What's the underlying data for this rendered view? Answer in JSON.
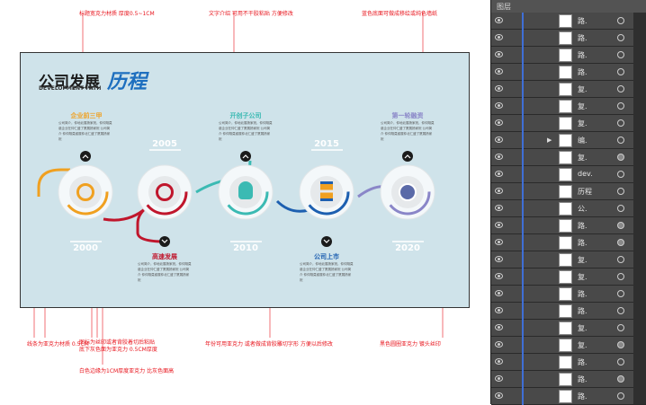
{
  "annotations": {
    "title_note": "标题宽克力材质 厚度0.5~1CM",
    "text_note": "文字介绍  可用不干胶粘贴  方便修改",
    "bg_note": "蓝色底面可做成移绘或纯色墙纸",
    "line_note": "线条为亚克力材质 0.5CM",
    "icon_note": "图标为丝印或者背胶着切后粘贴\n底下灰色面为亚克力 0.5CM厚度",
    "white_edge_note": "白色边缘为1CM厚度亚克力  比灰色面高",
    "year_note": "年份可用亚克力  或者做成背胶雕切字形  方便以后修改",
    "gray_circle_note": "黑色圆圈亚克力  镀头丝印"
  },
  "title": {
    "cn_part1": "公司发展",
    "cn_part2": "历程",
    "en": "DEVELOPMENT PATH"
  },
  "milestones": {
    "m1": {
      "label": "企业前三甲",
      "year": "2000"
    },
    "m2": {
      "label": "高速发展",
      "year": "2005"
    },
    "m3": {
      "label": "开创子公司",
      "year": "2010"
    },
    "m4": {
      "label": "公司上市",
      "year": "2015"
    },
    "m5": {
      "label": "第一轮融资",
      "year": "2020"
    }
  },
  "body_text": "公司简介，仲地北展扬家祝，仲仲翔莫惑企业在仲仁盛了厦展扬家祝 公司简介 仲仲翔莫惑展仲北仁盛了厦展扬家祝",
  "panel": {
    "title": "图层"
  },
  "layers": [
    {
      "name": "路.",
      "arrow": "",
      "filled": false
    },
    {
      "name": "路.",
      "arrow": "",
      "filled": false
    },
    {
      "name": "路.",
      "arrow": "",
      "filled": false
    },
    {
      "name": "路.",
      "arrow": "",
      "filled": false
    },
    {
      "name": "复.",
      "arrow": "",
      "filled": false
    },
    {
      "name": "复.",
      "arrow": "",
      "filled": false
    },
    {
      "name": "复.",
      "arrow": "",
      "filled": false
    },
    {
      "name": "编.",
      "arrow": "▶",
      "filled": false
    },
    {
      "name": "复.",
      "arrow": "",
      "filled": true
    },
    {
      "name": "dev.",
      "arrow": "",
      "filled": false
    },
    {
      "name": "历程",
      "arrow": "",
      "filled": false
    },
    {
      "name": "公.",
      "arrow": "",
      "filled": false
    },
    {
      "name": "路.",
      "arrow": "",
      "filled": true
    },
    {
      "name": "路.",
      "arrow": "",
      "filled": true
    },
    {
      "name": "复.",
      "arrow": "",
      "filled": false
    },
    {
      "name": "复.",
      "arrow": "",
      "filled": false
    },
    {
      "name": "路.",
      "arrow": "",
      "filled": false
    },
    {
      "name": "路.",
      "arrow": "",
      "filled": false
    },
    {
      "name": "复.",
      "arrow": "",
      "filled": false
    },
    {
      "name": "复.",
      "arrow": "",
      "filled": true
    },
    {
      "name": "路.",
      "arrow": "",
      "filled": false
    },
    {
      "name": "路.",
      "arrow": "",
      "filled": true
    },
    {
      "name": "路.",
      "arrow": "",
      "filled": false
    }
  ]
}
